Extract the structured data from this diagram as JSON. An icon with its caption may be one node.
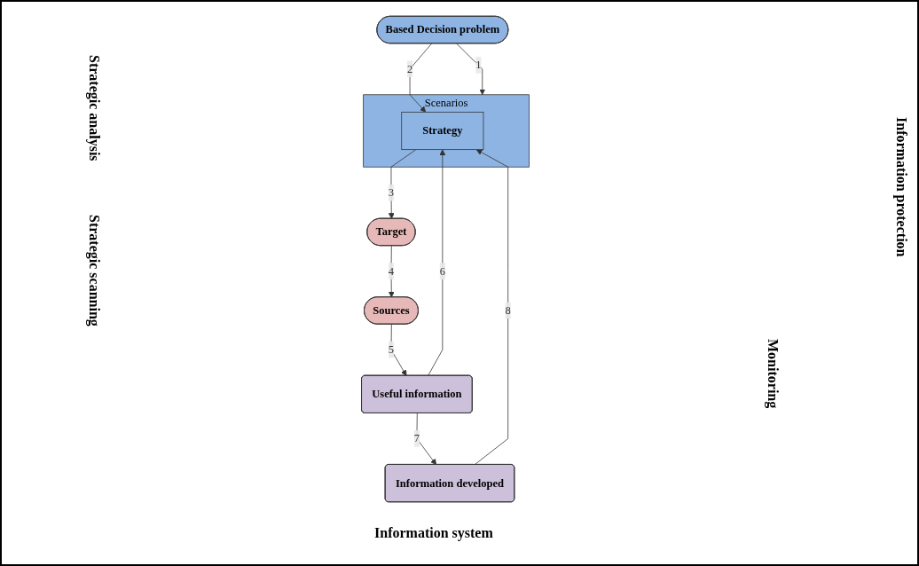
{
  "diagram": {
    "nodes": [
      {
        "text": [
          "Based Decision problem"
        ]
      },
      {
        "text": [
          "Scenarios"
        ]
      },
      {
        "text": [
          "Strategy"
        ],
        "in": 1
      },
      {
        "text": [
          "Target"
        ]
      },
      {
        "text": [
          "Sources"
        ]
      },
      {
        "text": [
          "Useful information"
        ]
      },
      {
        "text": [
          "Information developed"
        ]
      }
    ],
    "edges": [
      {
        "from": 0,
        "to": 1,
        "arrow": "to",
        "label": "1"
      },
      {
        "from": 0,
        "to": 2,
        "arrow": "to",
        "label": "2"
      },
      {
        "from": 2,
        "to": 3,
        "arrow": "to",
        "label": "3"
      },
      {
        "from": 3,
        "to": 4,
        "arrow": "to",
        "label": "4"
      },
      {
        "from": 4,
        "to": 5,
        "arrow": "to",
        "label": "5"
      },
      {
        "from": 5,
        "to": 2,
        "arrow": "to",
        "label": "6"
      },
      {
        "from": 5,
        "to": 6,
        "arrow": "to",
        "label": "7"
      },
      {
        "from": 6,
        "to": 2,
        "arrow": "to",
        "label": "8"
      }
    ],
    "labels": [
      "Strategic analysis",
      "Strategic scanning",
      "Information protection",
      "Monitoring",
      "Information system"
    ]
  }
}
